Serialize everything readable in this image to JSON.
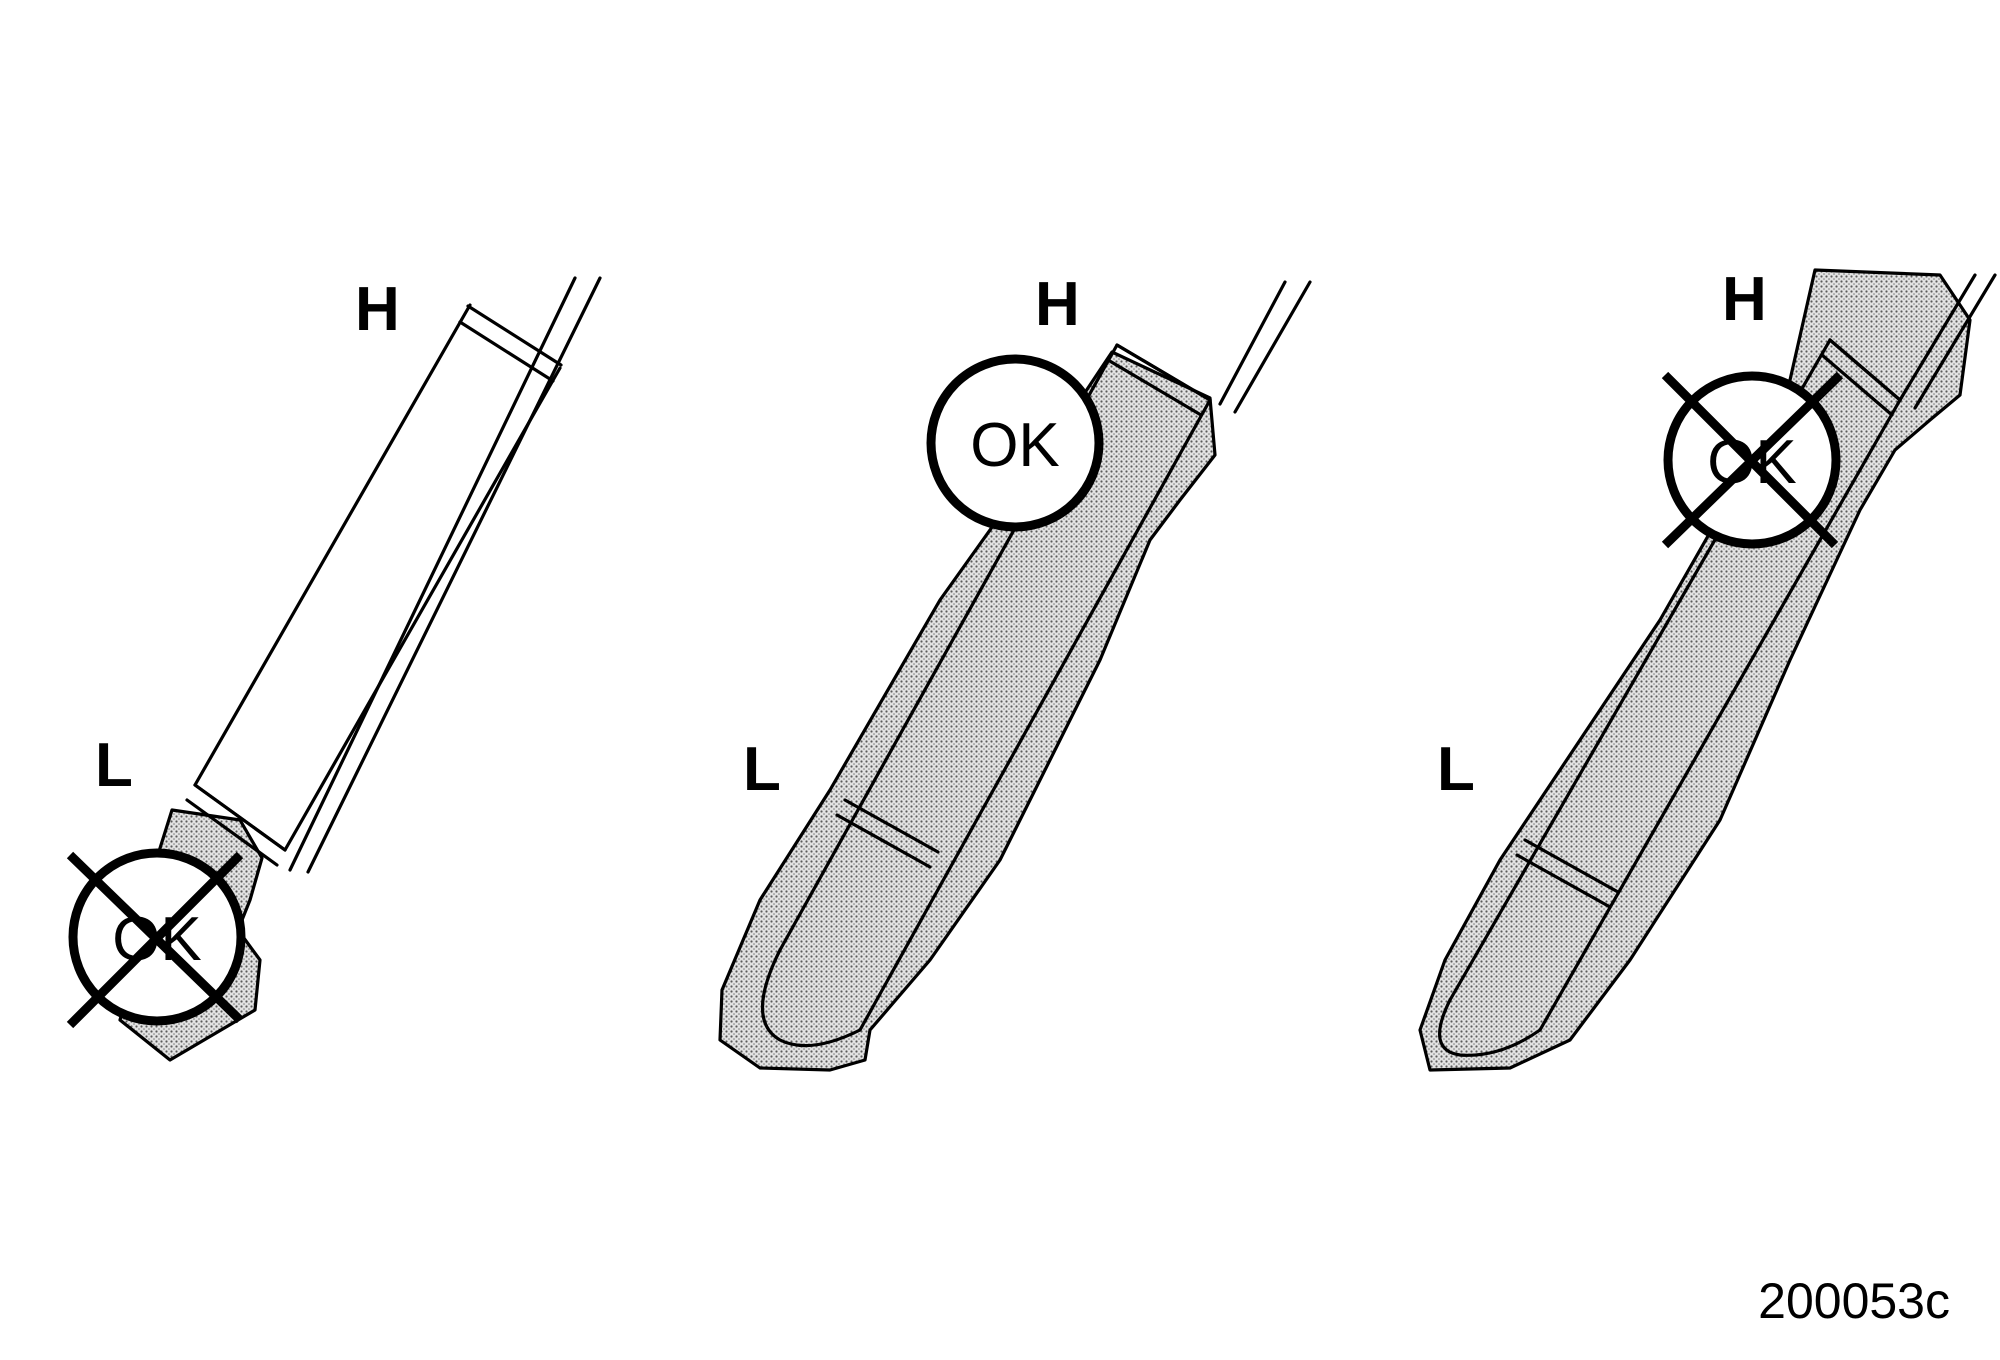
{
  "colors": {
    "ink": "#000000",
    "background": "#ffffff",
    "oil_stipple": "#9a9a9a"
  },
  "panels": [
    {
      "high_label": "H",
      "low_label": "L",
      "status_text": "OK",
      "status_icon": "crossed-circle-icon",
      "oil_level": "below L"
    },
    {
      "high_label": "H",
      "low_label": "L",
      "status_text": "OK",
      "status_icon": "circle-icon",
      "oil_level": "between L and H"
    },
    {
      "high_label": "H",
      "low_label": "L",
      "status_text": "OK",
      "status_icon": "crossed-circle-icon",
      "oil_level": "above H"
    }
  ],
  "figure_code": "200053c"
}
